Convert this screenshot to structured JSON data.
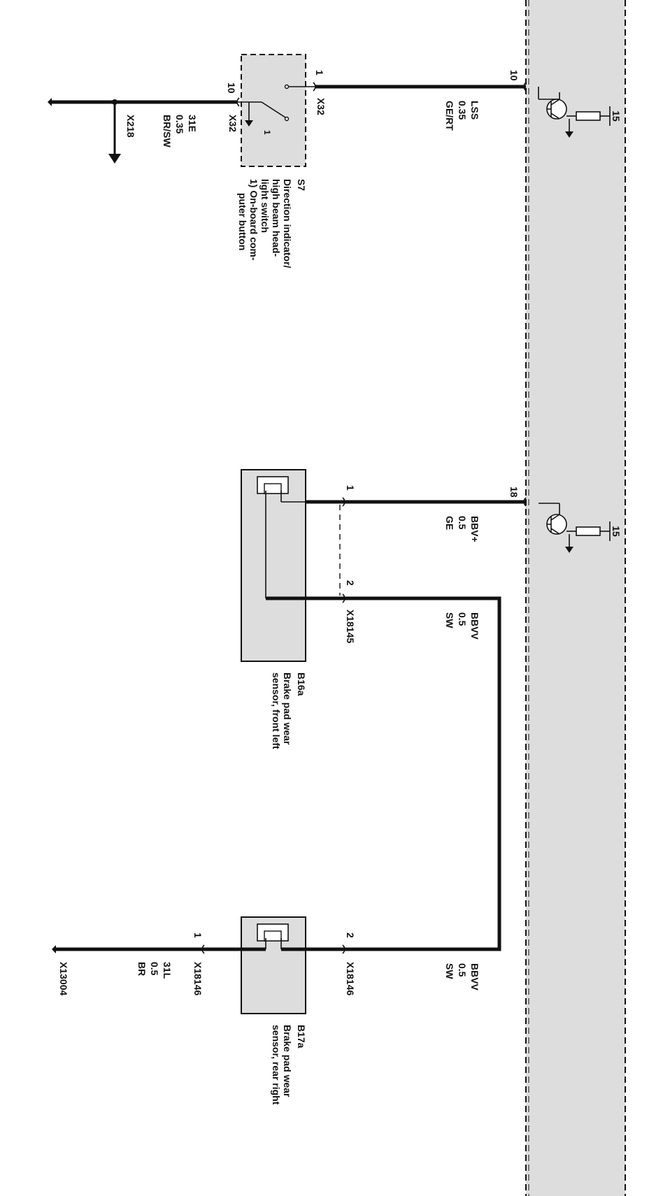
{
  "control_unit": {
    "pins": [
      {
        "pin": "10",
        "ground_terminal": "15"
      },
      {
        "pin": "18",
        "ground_terminal": "15"
      }
    ]
  },
  "wires": [
    {
      "id": "lss",
      "name": "LSS",
      "size": "0.35",
      "color": "GE/RT"
    },
    {
      "id": "bbv_plus",
      "name": "BBV+",
      "size": "0.5",
      "color": "GE"
    },
    {
      "id": "bbvv_front",
      "name": "BBVV",
      "size": "0.5",
      "color": "SW"
    },
    {
      "id": "bbvv_rear",
      "name": "BBVV",
      "size": "0.5",
      "color": "SW"
    },
    {
      "id": "ground_s7",
      "name": "31E",
      "size": "0.35",
      "color": "BR/SW"
    },
    {
      "id": "ground_rear",
      "name": "31L",
      "size": "0.5",
      "color": "BR"
    }
  ],
  "connectors": {
    "x32_in": "X32",
    "x32_out": "X32",
    "x218": "X218",
    "x18145": "X18145",
    "x18146_a": "X18146",
    "x18146_b": "X18146",
    "x13004": "X13004"
  },
  "pins": {
    "s7_pin1": "1",
    "s7_pin10": "10",
    "s7_inner": "1",
    "b16a_pin1": "1",
    "b16a_pin2": "2",
    "b17a_pin2": "2",
    "b17a_pin1": "1"
  },
  "components": {
    "s7": {
      "id": "S7",
      "lines": [
        "Direction indicator/",
        "high beam head-",
        "light switch",
        "1) On-board com-",
        "puter button"
      ]
    },
    "b16a": {
      "id": "B16a",
      "lines": [
        "Brake pad wear",
        "sensor, front left"
      ]
    },
    "b17a": {
      "id": "B17a",
      "lines": [
        "Brake pad wear",
        "sensor, rear right"
      ]
    }
  }
}
